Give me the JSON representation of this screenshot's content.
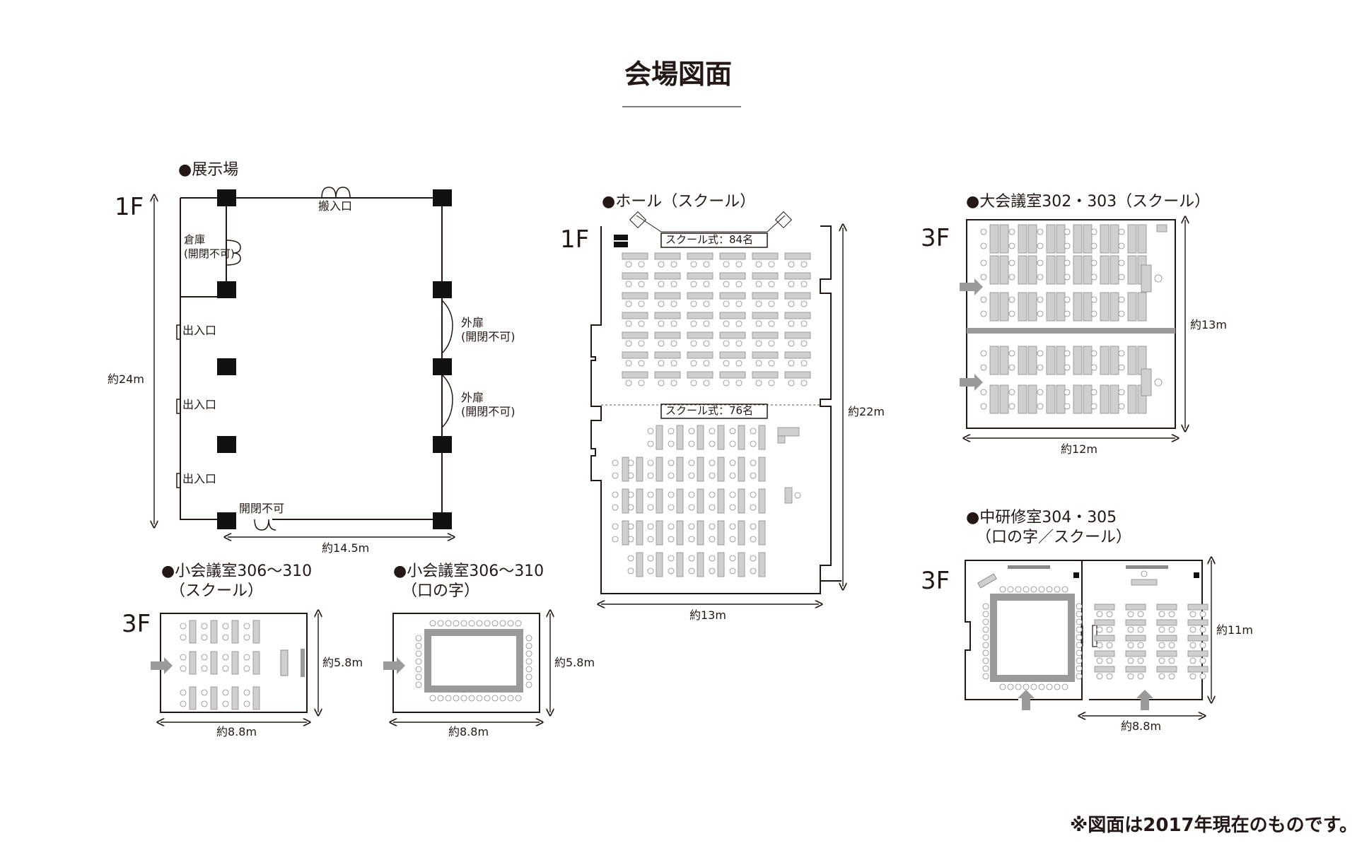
{
  "title": "会場図面",
  "note": "※図面は2017年現在のものです。",
  "exhibit": {
    "title": "●展示場",
    "floor": "1F",
    "storage": "倉庫",
    "storage_note": "(開閉不可)",
    "loading": "搬入口",
    "entrance": "出入口",
    "outer_door": "外扉",
    "outer_door_note": "(開閉不可)",
    "bottom_door": "開閉不可",
    "height": "約24m",
    "width": "約14.5m"
  },
  "hall": {
    "title": "●ホール（スクール）",
    "floor": "1F",
    "label_a": "スクール式：84名",
    "label_b": "スクール式：76名",
    "height": "約22m",
    "width": "約13m"
  },
  "large": {
    "title": "●大会議室302・303（スクール）",
    "floor": "3F",
    "height": "約13m",
    "width": "約12m"
  },
  "mid": {
    "title": "●中研修室304・305",
    "subtitle": "（口の字／スクール）",
    "floor": "3F",
    "height": "約11m",
    "width": "約8.8m"
  },
  "small_a": {
    "title": "●小会議室306〜310",
    "subtitle": "（スクール）",
    "floor": "3F",
    "height": "約5.8m",
    "width": "約8.8m"
  },
  "small_b": {
    "title": "●小会議室306〜310",
    "subtitle": "（口の字）",
    "height": "約5.8m",
    "width": "約8.8m"
  },
  "colors": {
    "ink": "#231815",
    "table": "#cfcfcf",
    "table_stroke": "#8a8a8a",
    "arrow": "#9a9a9a"
  }
}
